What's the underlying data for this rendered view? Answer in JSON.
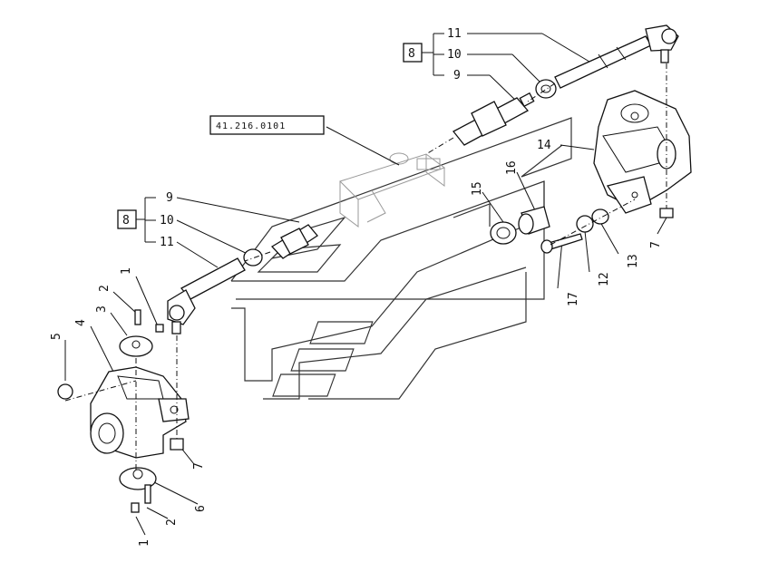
{
  "diagram": {
    "reference_code": "41.216.0101",
    "group_label": "8",
    "labels": {
      "l1_top": "1",
      "l1_bottom": "1",
      "l2_top": "2",
      "l2_bottom": "2",
      "l3": "3",
      "l4": "4",
      "l5": "5",
      "l6": "6",
      "l7_left": "7",
      "l7_right": "7",
      "l9_left": "9",
      "l10_left": "10",
      "l11_left": "11",
      "l9_right": "9",
      "l10_right": "10",
      "l11_right": "11",
      "l12": "12",
      "l13": "13",
      "l14": "14",
      "l15": "15",
      "l16": "16",
      "l17": "17"
    }
  }
}
